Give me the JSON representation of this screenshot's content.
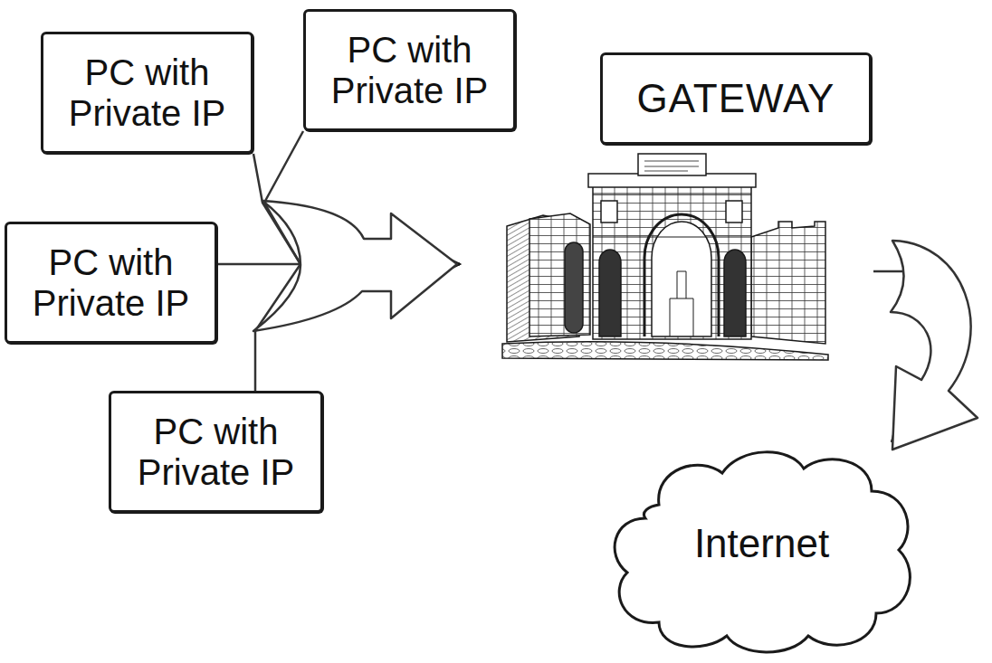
{
  "diagram": {
    "nodes": [
      {
        "text": [
          "PC with Private IP"
        ]
      },
      {
        "text": [
          "PC with Private IP"
        ]
      },
      {
        "text": [
          "PC with Private IP"
        ]
      },
      {
        "text": [
          "PC with Private IP"
        ]
      },
      {
        "text": [
          "GATEWAY"
        ]
      },
      {
        "text": [
          "Internet"
        ]
      }
    ],
    "edges": [
      {
        "from": 0,
        "to": 4,
        "arrow": "to"
      },
      {
        "from": 1,
        "to": 4,
        "arrow": "to"
      },
      {
        "from": 2,
        "to": 4,
        "arrow": "to"
      },
      {
        "from": 3,
        "to": 4,
        "arrow": "to"
      },
      {
        "from": 4,
        "to": 5,
        "arrow": "to"
      }
    ]
  }
}
